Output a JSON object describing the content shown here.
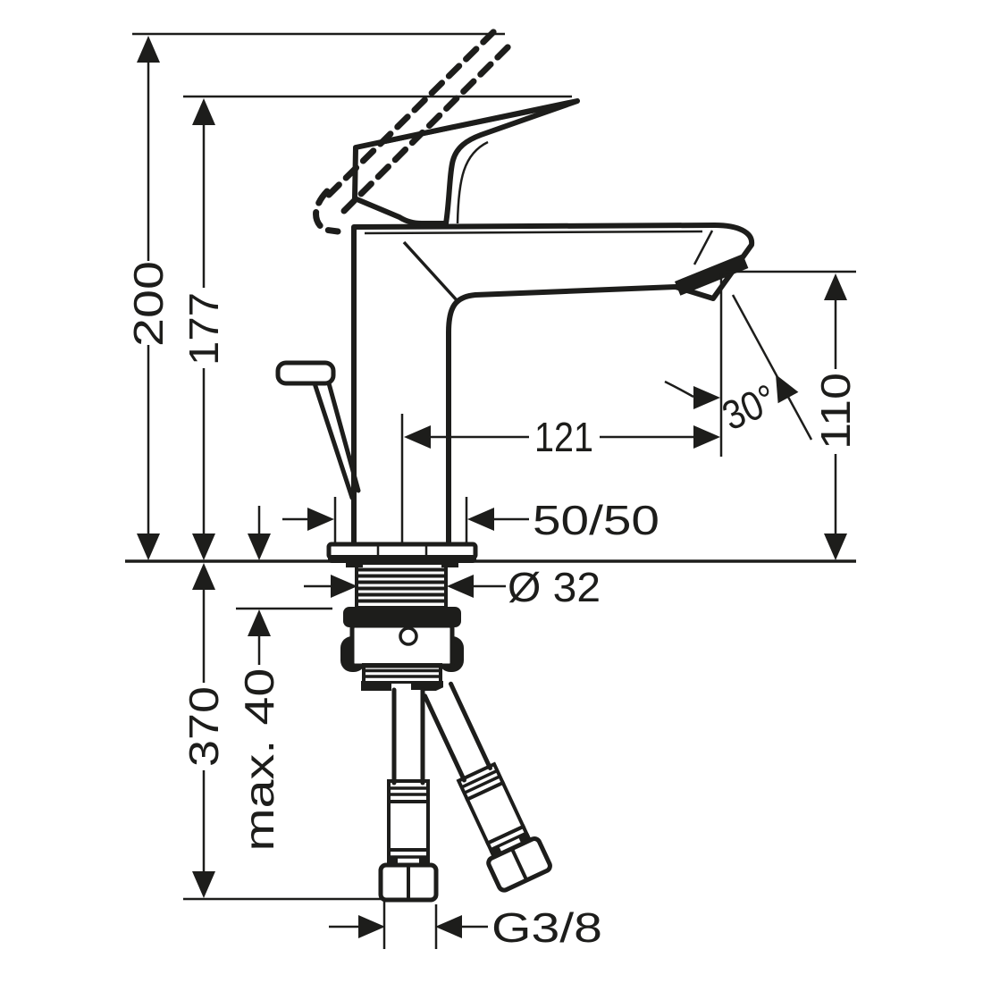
{
  "page": {
    "background_color": "#ffffff",
    "ink_color": "#1d1d1b",
    "drawing_type": "technical dimension drawing",
    "subject": "single-lever basin mixer faucet, side view with installation dimensions"
  },
  "dimensions": {
    "overall_height": "200",
    "height_to_handle": "177",
    "spout_reach": "121",
    "base_offset": "50/50",
    "spray_angle": "30°",
    "spout_height": "110",
    "shank_diameter": "Ø 32",
    "hose_clearance": "370",
    "max_deck_thickness": "max. 40",
    "connection_thread": "G3/8"
  }
}
